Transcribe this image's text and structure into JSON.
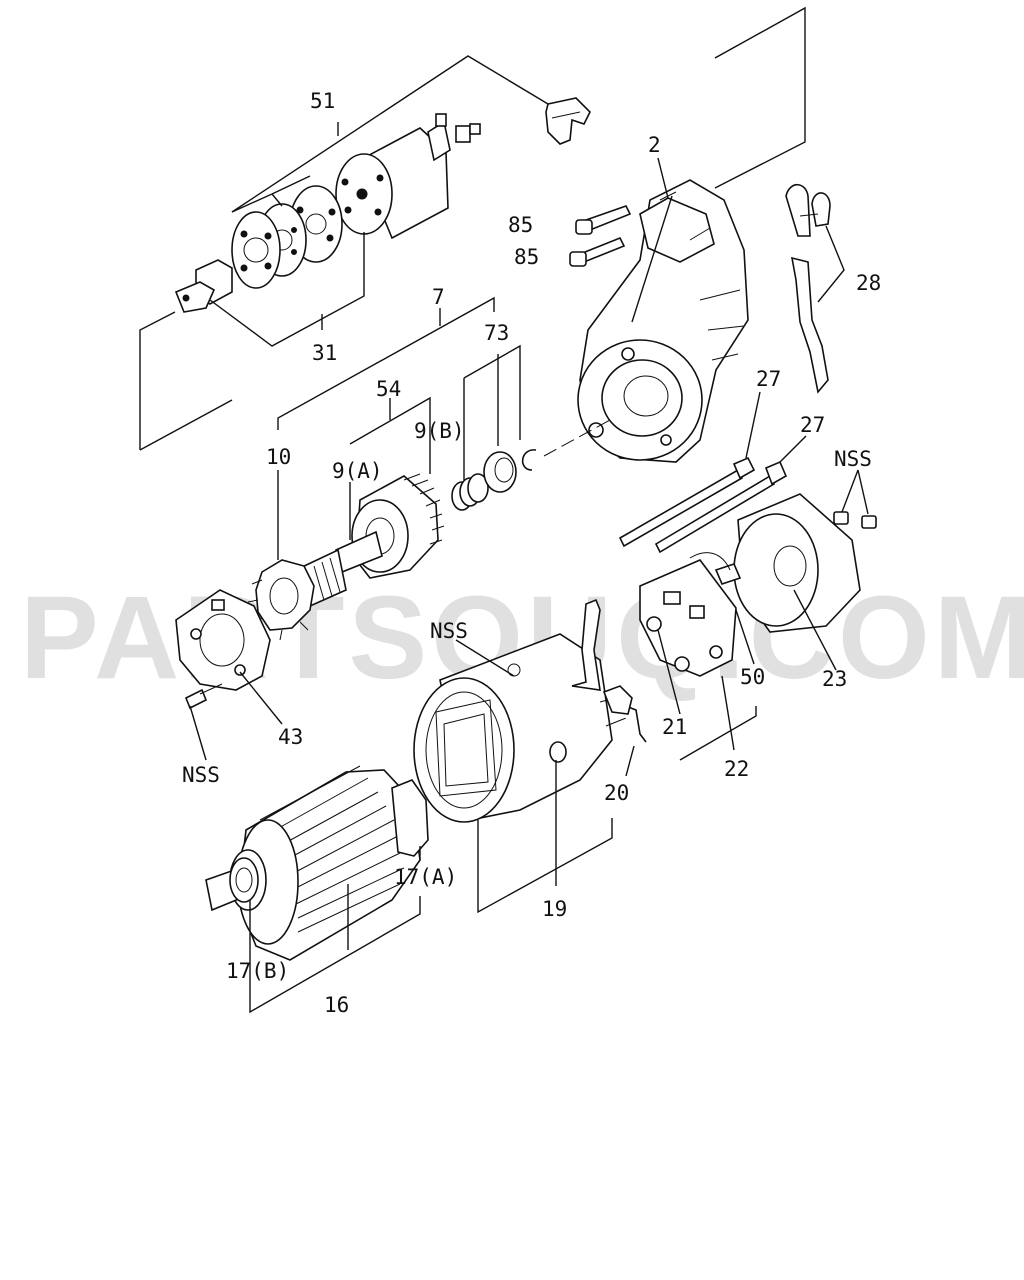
{
  "watermark": "PARTSOUQ.COM",
  "labels": {
    "p51": "51",
    "p31": "31",
    "p2": "2",
    "p85a": "85",
    "p85b": "85",
    "p28": "28",
    "p7": "7",
    "p73": "73",
    "p54": "54",
    "p9b": "9(B)",
    "p9a": "9(A)",
    "p10": "10",
    "p27a": "27",
    "p27b": "27",
    "nss_a": "NSS",
    "nss_b": "NSS",
    "nss_c": "NSS",
    "p43": "43",
    "p50": "50",
    "p23": "23",
    "p21": "21",
    "p22": "22",
    "p20": "20",
    "p19": "19",
    "p17a": "17(A)",
    "p17b": "17(B)",
    "p16": "16"
  }
}
